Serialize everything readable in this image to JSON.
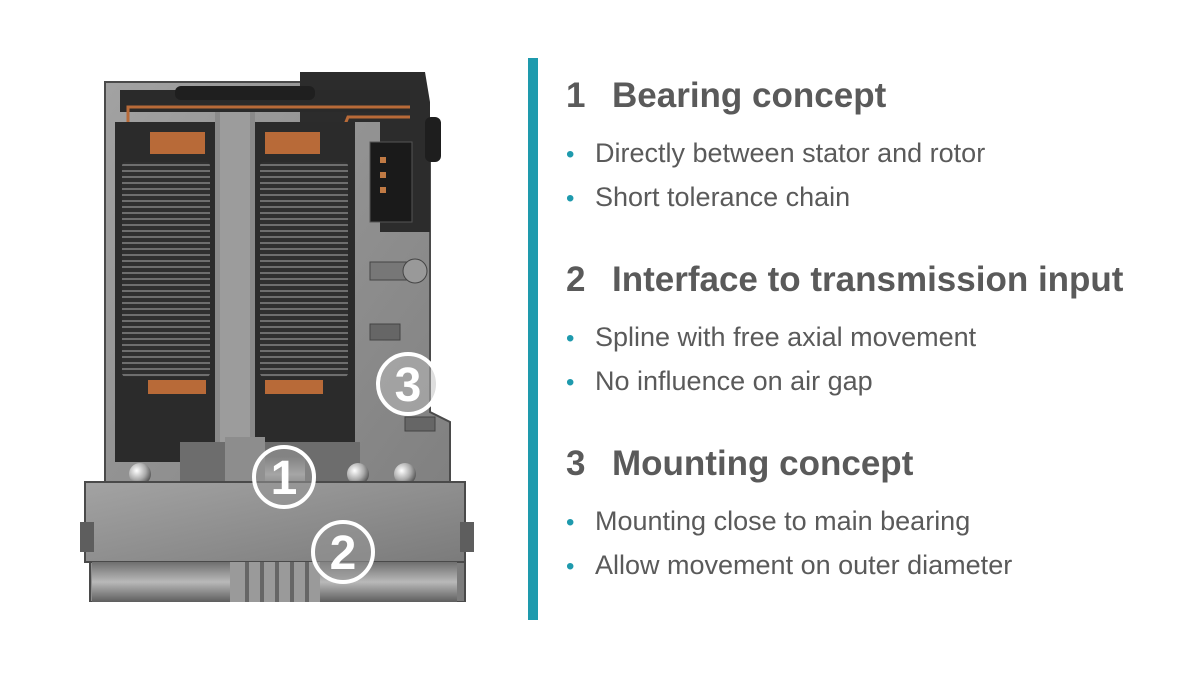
{
  "colors": {
    "accent": "#1e9aad",
    "text": "#5a5a5a",
    "copper": "#b86a38",
    "housing": "#8f8f8f"
  },
  "figure": {
    "markers": [
      "1",
      "2",
      "3"
    ]
  },
  "sections": [
    {
      "number": "1",
      "title": "Bearing concept",
      "bullets": [
        "Directly between stator and rotor",
        "Short tolerance chain"
      ]
    },
    {
      "number": "2",
      "title": "Interface to transmission input",
      "bullets": [
        "Spline with free axial movement",
        "No influence on air gap"
      ]
    },
    {
      "number": "3",
      "title": "Mounting concept",
      "bullets": [
        "Mounting close to main bearing",
        "Allow movement on outer diameter"
      ]
    }
  ]
}
